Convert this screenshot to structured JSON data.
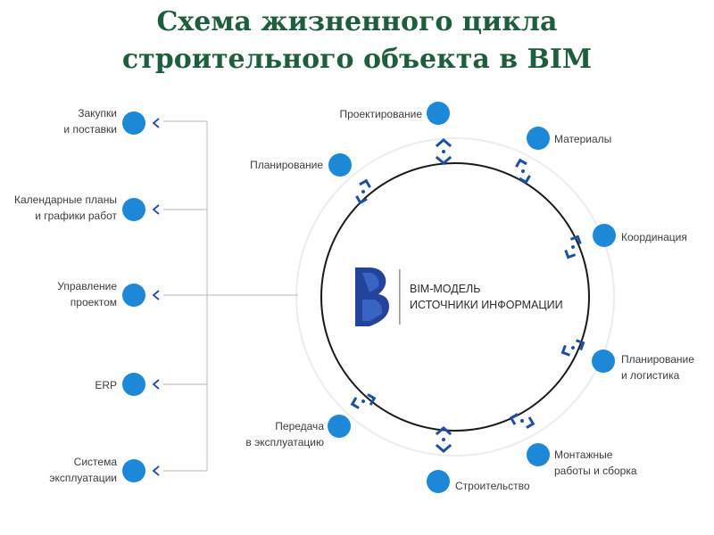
{
  "title": {
    "line1": "Схема жизненного цикла",
    "line2": "строительного объекта в BIM"
  },
  "center": {
    "line1": "BIM-МОДЕЛЬ",
    "line2": "ИСТОЧНИКИ ИНФОРМАЦИИ"
  },
  "left_items": [
    {
      "line1": "Закупки",
      "line2": "и поставки"
    },
    {
      "line1": "Календарные планы",
      "line2": "и графики работ"
    },
    {
      "line1": "Управление",
      "line2": "проектом"
    },
    {
      "line1": "ERP",
      "line2": ""
    },
    {
      "line1": "Система",
      "line2": "эксплуатации"
    }
  ],
  "cycle_nodes": [
    {
      "line1": "Проектирование",
      "line2": ""
    },
    {
      "line1": "Материалы",
      "line2": ""
    },
    {
      "line1": "Координация",
      "line2": ""
    },
    {
      "line1": "Планирование",
      "line2": "и логистика"
    },
    {
      "line1": "Монтажные",
      "line2": "работы и сборка"
    },
    {
      "line1": "Строительство",
      "line2": ""
    },
    {
      "line1": "Передача",
      "line2": "в эксплуатацию"
    },
    {
      "line1": "Планирование",
      "line2": ""
    }
  ],
  "colors": {
    "title": "#1f5e3c",
    "node": "#1e88d8",
    "marker": "#1f4fa0",
    "ring": "#1a1a1a",
    "outer_ring": "#e8e8e8",
    "connector": "#bdbdbd"
  },
  "icons": {
    "node": "filled-circle",
    "left_arrow": "chevron-left-icon",
    "cycle_marker": "bracket-arrow-icon",
    "logo": "bim-b-logo"
  }
}
